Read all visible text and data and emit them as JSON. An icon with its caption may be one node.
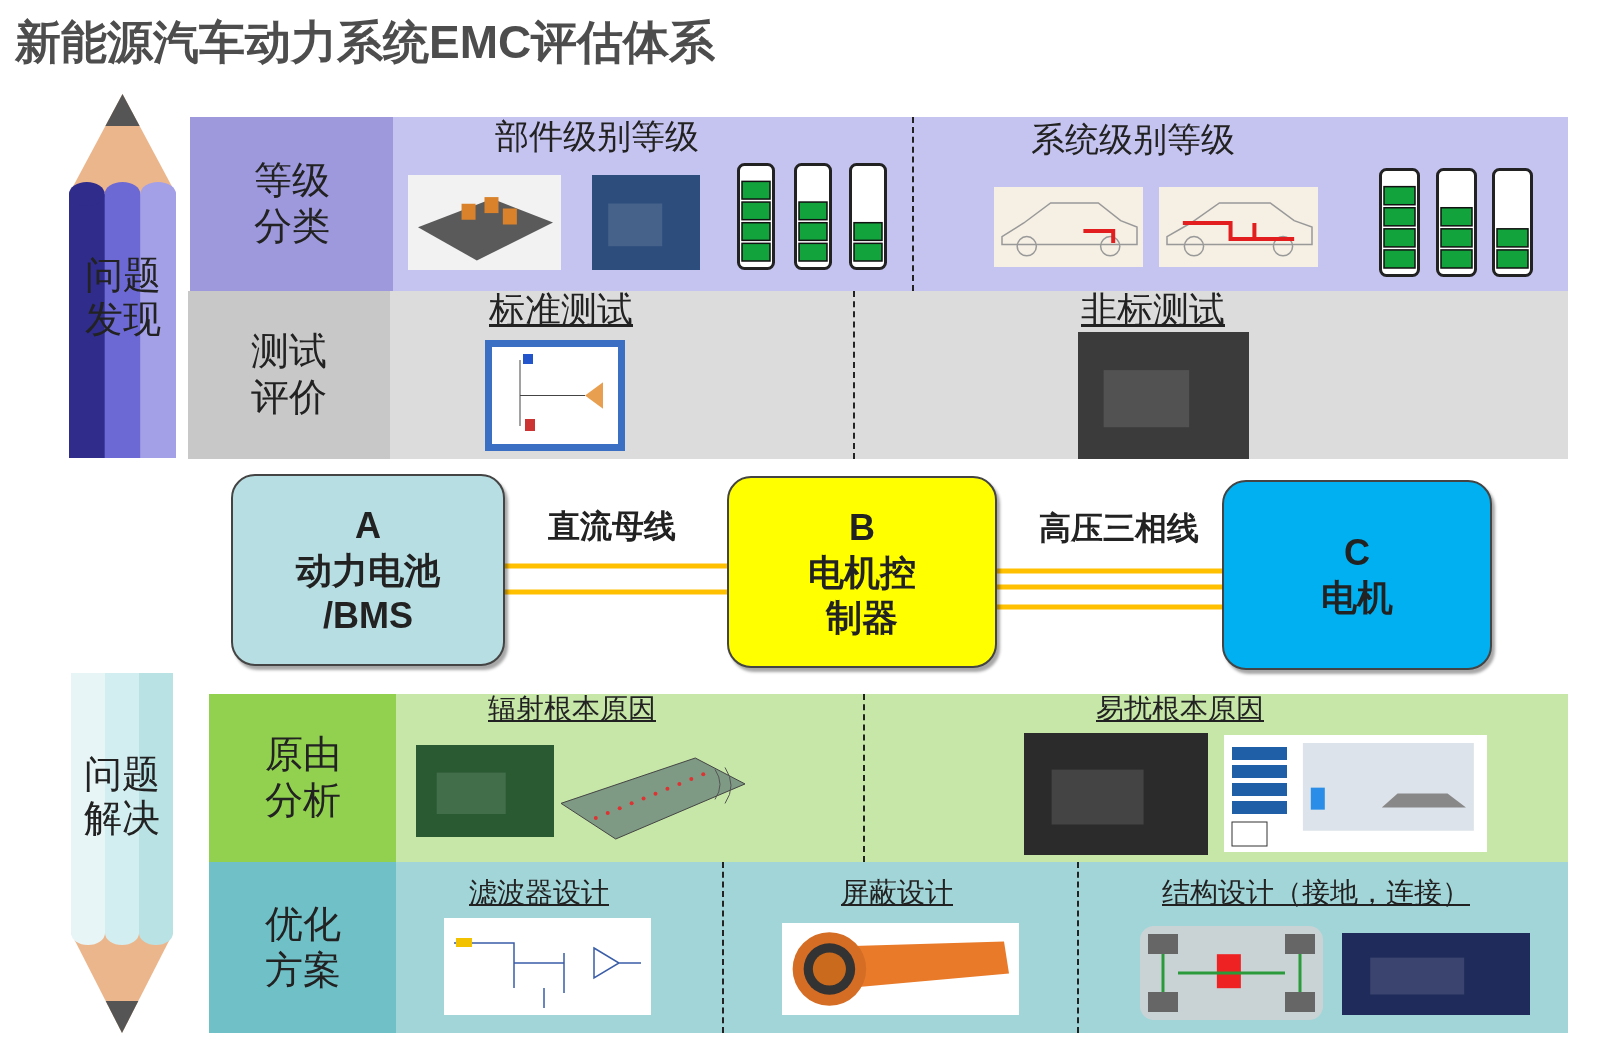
{
  "diagram": {
    "title": "新能源汽车动力系统EMC评估体系",
    "nodes": [
      {
        "text": [
          "问题发现"
        ]
      },
      {
        "text": [
          "等级分类"
        ]
      },
      {
        "text": [
          "部件级别等级"
        ]
      },
      {
        "text": [
          "系统级别等级"
        ]
      },
      {
        "text": [
          "测试评价"
        ]
      },
      {
        "text": [
          "标准测试"
        ]
      },
      {
        "text": [
          "非标测试"
        ]
      },
      {
        "text": [
          "A",
          "动力电池 /BMS"
        ]
      },
      {
        "text": [
          "B",
          "电机控制器"
        ]
      },
      {
        "text": [
          "C",
          "电机"
        ]
      },
      {
        "text": [
          "问题解决"
        ]
      },
      {
        "text": [
          "原由分析"
        ]
      },
      {
        "text": [
          "辐射根本原因"
        ]
      },
      {
        "text": [
          "易扰根本原因"
        ]
      },
      {
        "text": [
          "优化方案"
        ]
      },
      {
        "text": [
          "滤波器设计"
        ]
      },
      {
        "text": [
          "屏蔽设计"
        ]
      },
      {
        "text": [
          "结构设计（接地，连接）"
        ]
      }
    ],
    "edges": [
      {
        "from": 7,
        "to": 8,
        "arrow": "none",
        "label": "直流母线",
        "color": "#ffc000"
      },
      {
        "from": 8,
        "to": 9,
        "arrow": "none",
        "label": "高压三相线",
        "color": "#ffc000"
      }
    ]
  }
}
